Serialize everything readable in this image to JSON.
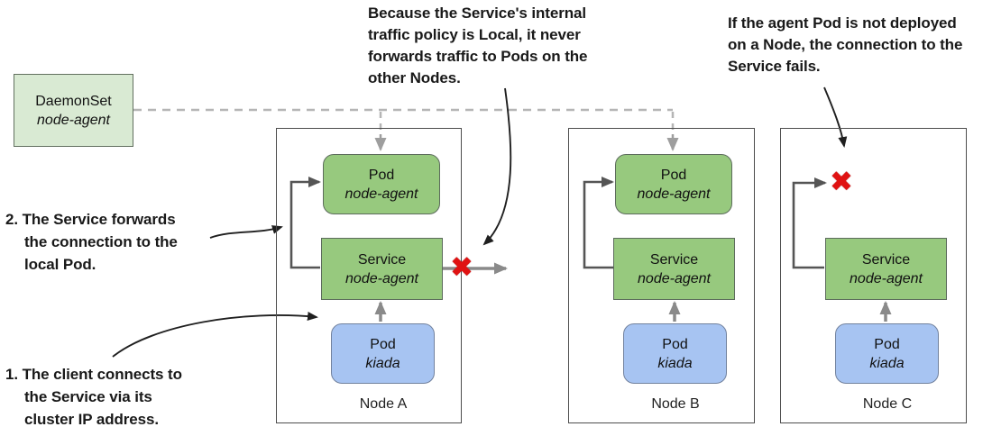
{
  "colors": {
    "pod_green": "#97c97e",
    "daemonset_light_green": "#d9ead3",
    "pod_blue": "#a7c4f2",
    "failure_red": "#e01212",
    "connector_gray": "#8a8a8a",
    "dashed_gray": "#b5b5b5"
  },
  "daemonset": {
    "type": "DaemonSet",
    "name": "node-agent"
  },
  "icons": {
    "failure_x": "✖"
  },
  "annotations": {
    "internal_policy": {
      "text": "Because the Service's internal traffic policy is Local, it never forwards traffic to Pods on the other Nodes.",
      "lines": [
        "Because the Service's internal",
        "traffic policy is Local, it never",
        "forwards traffic to Pods on the",
        "other Nodes."
      ]
    },
    "agent_missing": {
      "text": "If the agent Pod is not deployed on a Node, the connection to the Service fails.",
      "lines": [
        "If the agent Pod is not deployed",
        "on a Node, the connection to the",
        "Service fails."
      ]
    },
    "step2": {
      "text": "2. The Service forwards the connection to the local Pod.",
      "lines": [
        "2. The Service forwards",
        "the connection to the",
        "local Pod."
      ]
    },
    "step1": {
      "text": "1. The client connects to the Service via its cluster IP address.",
      "lines": [
        "1. The client connects to",
        "the Service via its",
        "cluster IP address."
      ]
    }
  },
  "nodes": [
    {
      "label": "Node A",
      "pod_agent": {
        "type": "Pod",
        "name": "node-agent"
      },
      "service": {
        "type": "Service",
        "name": "node-agent"
      },
      "pod_kiada": {
        "type": "Pod",
        "name": "kiada"
      }
    },
    {
      "label": "Node B",
      "pod_agent": {
        "type": "Pod",
        "name": "node-agent"
      },
      "service": {
        "type": "Service",
        "name": "node-agent"
      },
      "pod_kiada": {
        "type": "Pod",
        "name": "kiada"
      }
    },
    {
      "label": "Node C",
      "service": {
        "type": "Service",
        "name": "node-agent"
      },
      "pod_kiada": {
        "type": "Pod",
        "name": "kiada"
      }
    }
  ]
}
